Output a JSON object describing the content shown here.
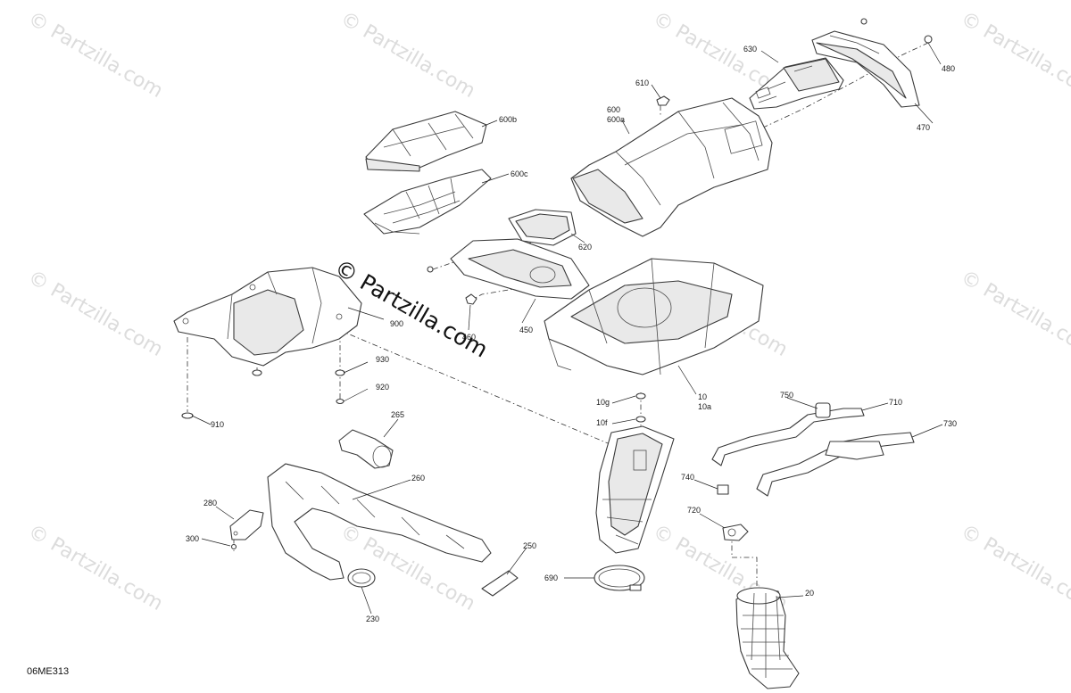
{
  "diagram": {
    "code": "06ME313",
    "watermark_text": "© Partzilla.com",
    "callouts": [
      {
        "id": "c-630",
        "label": "630"
      },
      {
        "id": "c-480",
        "label": "480"
      },
      {
        "id": "c-610",
        "label": "610"
      },
      {
        "id": "c-600",
        "label": "600"
      },
      {
        "id": "c-600a",
        "label": "600a"
      },
      {
        "id": "c-470",
        "label": "470"
      },
      {
        "id": "c-600b",
        "label": "600b"
      },
      {
        "id": "c-600c",
        "label": "600c"
      },
      {
        "id": "c-620",
        "label": "620"
      },
      {
        "id": "c-900",
        "label": "900"
      },
      {
        "id": "c-460",
        "label": "460"
      },
      {
        "id": "c-450",
        "label": "450"
      },
      {
        "id": "c-930",
        "label": "930"
      },
      {
        "id": "c-920",
        "label": "920"
      },
      {
        "id": "c-910",
        "label": "910"
      },
      {
        "id": "c-10",
        "label": "10"
      },
      {
        "id": "c-10a",
        "label": "10a"
      },
      {
        "id": "c-10g",
        "label": "10g"
      },
      {
        "id": "c-10f",
        "label": "10f"
      },
      {
        "id": "c-750",
        "label": "750"
      },
      {
        "id": "c-710",
        "label": "710"
      },
      {
        "id": "c-730",
        "label": "730"
      },
      {
        "id": "c-265",
        "label": "265"
      },
      {
        "id": "c-260",
        "label": "260"
      },
      {
        "id": "c-740",
        "label": "740"
      },
      {
        "id": "c-720",
        "label": "720"
      },
      {
        "id": "c-280",
        "label": "280"
      },
      {
        "id": "c-300",
        "label": "300"
      },
      {
        "id": "c-250",
        "label": "250"
      },
      {
        "id": "c-690",
        "label": "690"
      },
      {
        "id": "c-20",
        "label": "20"
      },
      {
        "id": "c-230",
        "label": "230"
      }
    ]
  }
}
